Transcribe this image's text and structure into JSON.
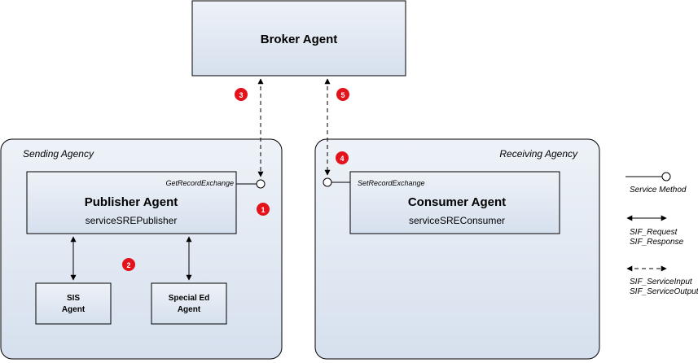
{
  "broker": {
    "title": "Broker Agent"
  },
  "sending": {
    "agency_label": "Sending Agency",
    "publisher": {
      "title": "Publisher Agent",
      "service": "serviceSREPublisher",
      "method": "GetRecordExchange"
    },
    "sis": {
      "line1": "SIS",
      "line2": "Agent"
    },
    "special_ed": {
      "line1": "Special Ed",
      "line2": "Agent"
    }
  },
  "receiving": {
    "agency_label": "Receiving Agency",
    "consumer": {
      "title": "Consumer Agent",
      "service": "serviceSREConsumer",
      "method": "SetRecordExchange"
    }
  },
  "steps": [
    "1",
    "2",
    "3",
    "4",
    "5"
  ],
  "legend": {
    "service_method": "Service Method",
    "request": "SIF_Request",
    "response": "SIF_Response",
    "service_input": "SIF_ServiceInput",
    "service_output": "SIF_ServiceOutput"
  },
  "colors": {
    "box_fill": "#dde5f0",
    "badge": "#e3121b",
    "line": "#000000"
  }
}
